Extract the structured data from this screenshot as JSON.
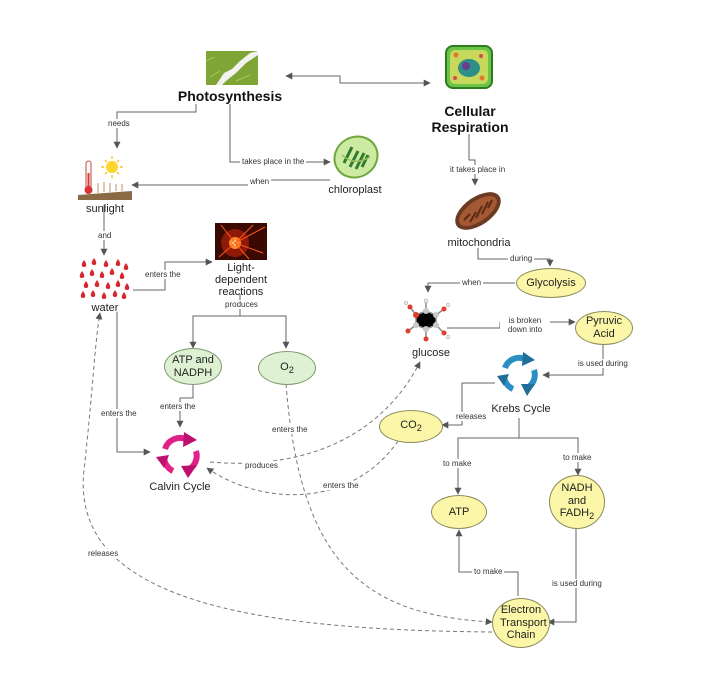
{
  "nodes": {
    "photosynthesis": "Photosynthesis",
    "cellular_respiration": "Cellular Respiration",
    "chloroplast": "chloroplast",
    "sunlight": "sunlight",
    "water": "water",
    "light_dependent": "Light-dependent reactions",
    "mitochondria": "mitochondria",
    "glycolysis": "Glycolysis",
    "glucose": "glucose",
    "pyruvic_acid": "Pyruvic Acid",
    "atp_nadph": "ATP and NADPH",
    "o2_base": "O",
    "o2_sub": "2",
    "co2_base": "CO",
    "co2_sub": "2",
    "krebs_cycle": "Krebs Cycle",
    "calvin_cycle": "Calvin Cycle",
    "atp": "ATP",
    "nadh_line1": "NADH",
    "nadh_line2": "and",
    "nadh_line3_base": "FADH",
    "nadh_line3_sub": "2",
    "etc": "Electron Transport Chain"
  },
  "links": {
    "needs": "needs",
    "takes_place_in_the": "takes place in the",
    "when": "when",
    "it_takes_place_in": "it takes place in",
    "and": "and",
    "enters_the_water": "enters the",
    "produces_light": "produces",
    "during": "during",
    "when_glycolysis": "when",
    "is_broken_down_into": "is broken down into",
    "is_used_during_pyruvic": "is used during",
    "enters_the_atp": "enters the",
    "enters_the_calvin": "enters the",
    "enters_the_o2": "enters the",
    "releases_co2": "releases",
    "produces_calvin": "produces",
    "enters_the_co2": "enters the",
    "to_make_atp": "to make",
    "to_make_nadh": "to make",
    "releases_water": "releases",
    "to_make_etc": "to make",
    "is_used_during_nadh": "is used during"
  },
  "colors": {
    "yellow_node": "#fbf6a8",
    "green_node": "#dff1d3",
    "calvin_cycle": "#e0218a",
    "krebs_cycle": "#2c8fc4",
    "line": "#555555"
  },
  "icons": [
    "leaf-icon",
    "plant-cell-icon",
    "chloroplast-icon",
    "sunlight-thermometer-icon",
    "water-drops-icon",
    "light-burst-icon",
    "mitochondria-icon",
    "glucose-molecule-icon",
    "krebs-cycle-arrows-icon",
    "calvin-cycle-arrows-icon"
  ]
}
